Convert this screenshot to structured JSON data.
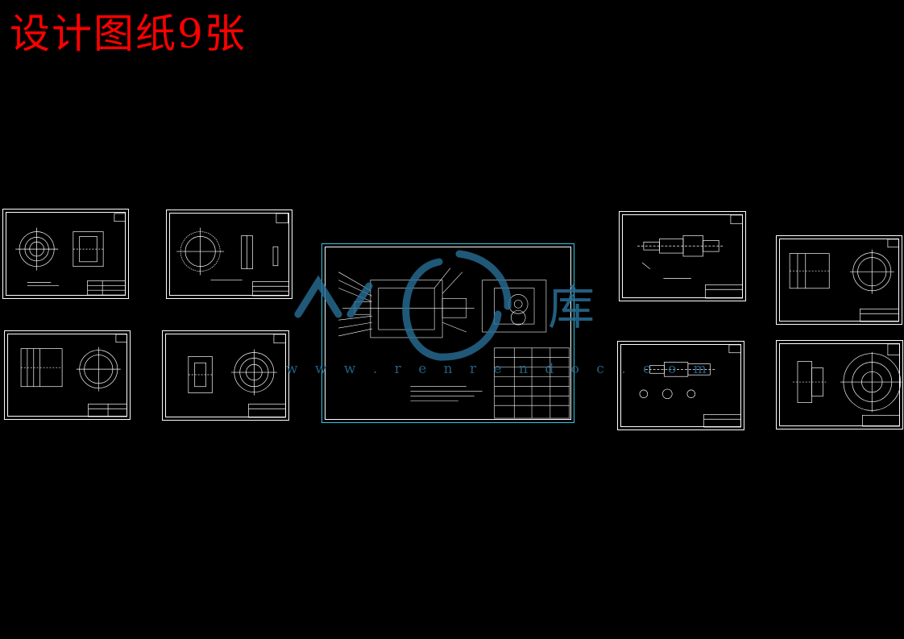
{
  "header": {
    "title": "设计图纸9张"
  },
  "watermark": {
    "text": "w w w . r e n r e n d o c . c o m",
    "logo_glyph": "库",
    "logo_glyph_2": "人人"
  },
  "sheets": {
    "count": 9
  },
  "colors": {
    "background": "#000000",
    "title": "#ff0000",
    "drawing_lines": "#ffffff",
    "main_sheet_border": "#33c8e0",
    "watermark": "#2a6e96"
  }
}
